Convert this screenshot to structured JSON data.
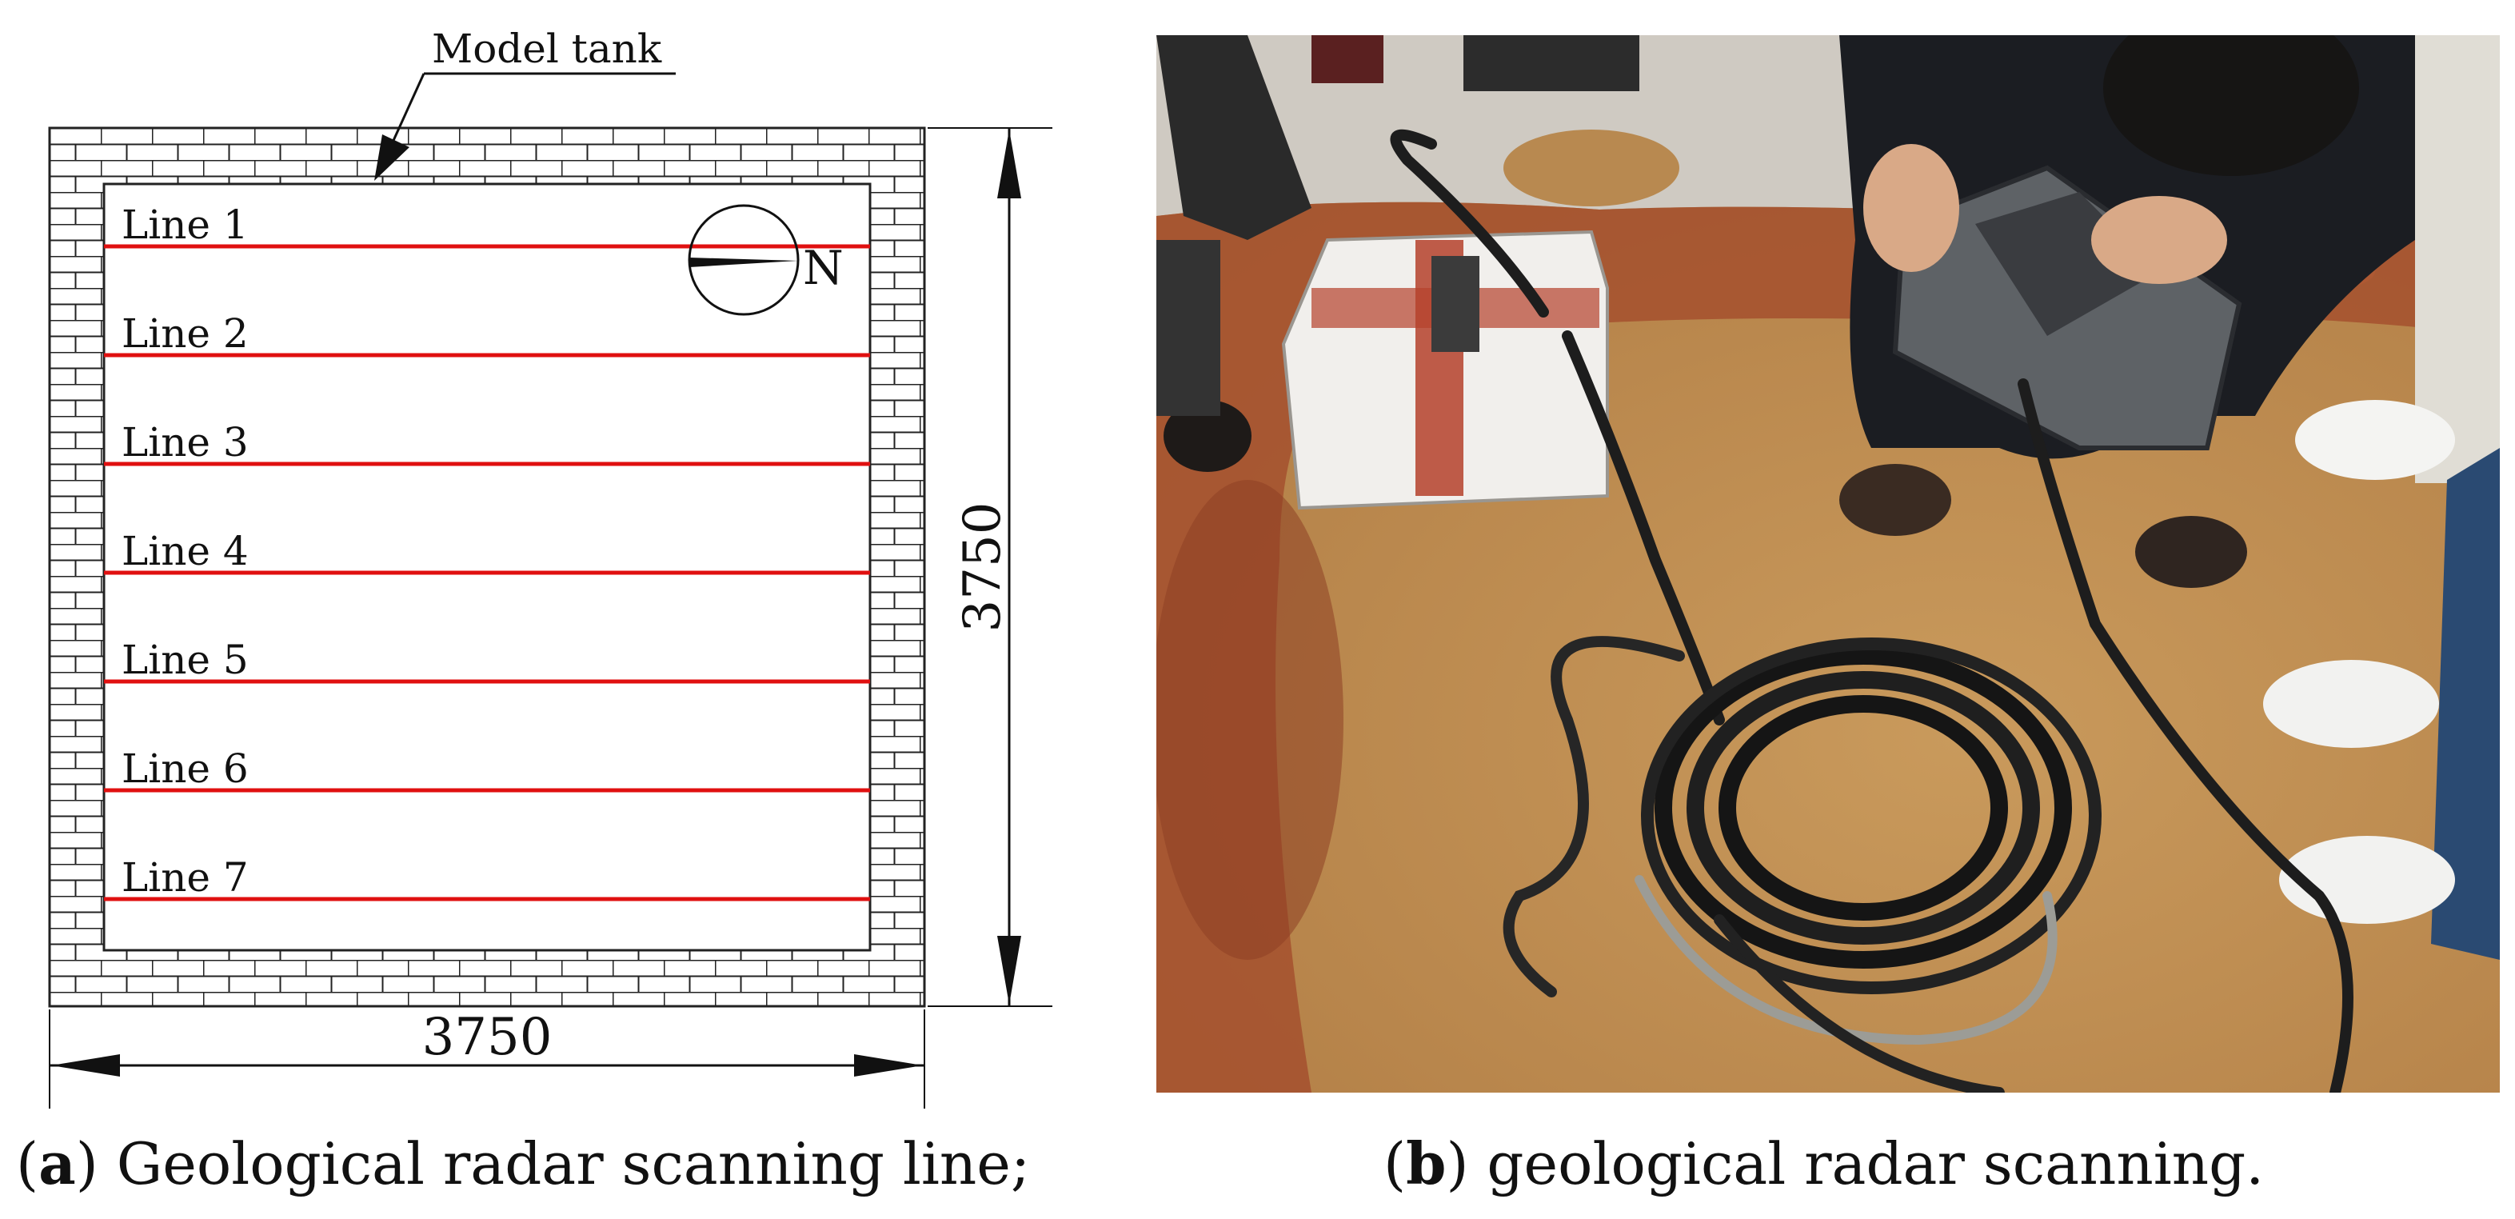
{
  "figure_a": {
    "tank_label": "Model tank",
    "compass_label": "N",
    "dimension_horizontal": "3750",
    "dimension_vertical": "3750",
    "scan_lines": [
      "Line 1",
      "Line 2",
      "Line 3",
      "Line 4",
      "Line 5",
      "Line 6",
      "Line 7"
    ],
    "caption_letter": "a",
    "caption_text": "Geological radar scanning line;"
  },
  "figure_b": {
    "caption_letter": "b",
    "caption_text": "geological radar scanning."
  },
  "colors": {
    "scan_line": "#e01010",
    "ink": "#111111",
    "sand": "#b8864a",
    "red_soil": "#a4502e",
    "concrete": "#cfcac2"
  }
}
